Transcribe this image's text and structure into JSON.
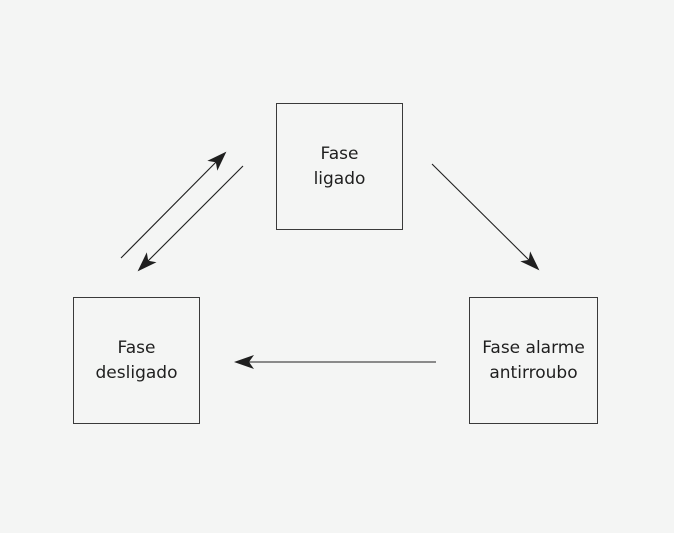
{
  "diagram": {
    "states": {
      "on": {
        "line1": "Fase",
        "line2": "ligado"
      },
      "off": {
        "line1": "Fase",
        "line2": "desligado"
      },
      "alarm": {
        "line1": "Fase alarme",
        "line2": "antirroubo"
      }
    },
    "transitions": [
      {
        "from": "Fase desligado",
        "to": "Fase ligado"
      },
      {
        "from": "Fase ligado",
        "to": "Fase desligado"
      },
      {
        "from": "Fase ligado",
        "to": "Fase alarme antirroubo"
      },
      {
        "from": "Fase alarme antirroubo",
        "to": "Fase desligado"
      }
    ],
    "colors": {
      "background": "#f4f5f4",
      "stroke": "#1f1f1f",
      "box_border": "#3a3a3a"
    }
  }
}
